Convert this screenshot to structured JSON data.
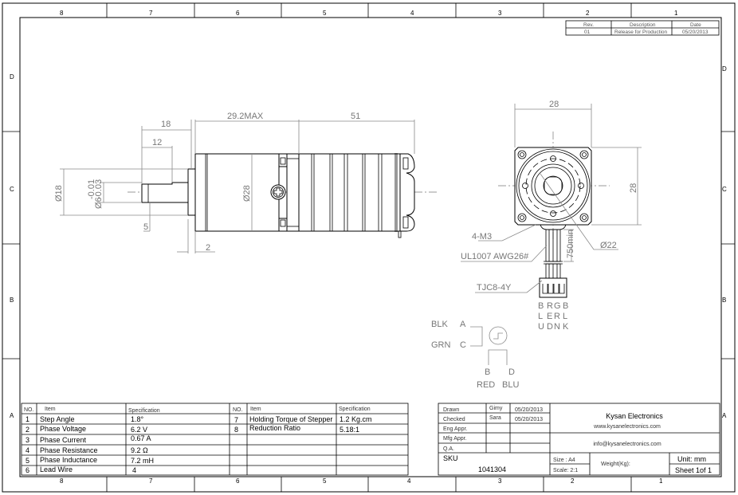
{
  "zones": {
    "top": [
      "8",
      "7",
      "6",
      "5",
      "4",
      "3",
      "2",
      "1"
    ],
    "side": [
      "D",
      "C",
      "B",
      "A"
    ]
  },
  "revision": {
    "headers": [
      "Rev.",
      "Description",
      "Date"
    ],
    "row": [
      "01",
      "Release for Production",
      "05/20/2013"
    ]
  },
  "side_view": {
    "dims": {
      "d18_top": "18",
      "d12": "12",
      "d29": "29.2MAX",
      "d51": "51",
      "dia18": "Ø18",
      "dia6": "Ø6",
      "tol_upper": "-0.01",
      "tol_lower": "-0.03",
      "dia28": "Ø28",
      "d5": "5",
      "d2": "2"
    }
  },
  "front_view": {
    "dims": {
      "width": "28",
      "height": "28",
      "holes": "4-M3",
      "cable": "UL1007 AWG26#",
      "connector": "TJC8-4Y",
      "cable_len": "750min",
      "dia22": "Ø22"
    },
    "wire_colors": [
      [
        "B",
        "L",
        "U"
      ],
      [
        "R",
        "E",
        "D"
      ],
      [
        "G",
        "R",
        "N"
      ],
      [
        "B",
        "L",
        "K"
      ]
    ]
  },
  "schematic": {
    "blk": "BLK",
    "a": "A",
    "grn": "GRN",
    "c": "C",
    "b": "B",
    "d": "D",
    "red": "RED",
    "blu": "BLU"
  },
  "spec_table": {
    "headers": [
      "NO.",
      "Item",
      "Specification"
    ],
    "left": [
      [
        "1",
        "Step Angle",
        "1.8°"
      ],
      [
        "2",
        "Phase Voltage",
        "6.2 V"
      ],
      [
        "3",
        "Phase Current",
        "0.67 A"
      ],
      [
        "4",
        "Phase Resistance",
        "9.2 Ω"
      ],
      [
        "5",
        "Phase Inductance",
        "7.2 mH"
      ],
      [
        "6",
        "Lead Wire",
        "4"
      ]
    ],
    "right": [
      [
        "7",
        "Holding Torque of Stepper",
        "1.2 Kg.cm"
      ],
      [
        "8",
        "Reduction Ratio",
        "5.18:1"
      ]
    ]
  },
  "title_block": {
    "approvals": [
      [
        "Drawn",
        "Gimy",
        "05/20/2013"
      ],
      [
        "Checked",
        "Sara",
        "05/20/2013"
      ],
      [
        "Eng Appr.",
        "",
        ""
      ],
      [
        "Mfg Appr.",
        "",
        ""
      ],
      [
        "Q.A.",
        "",
        ""
      ]
    ],
    "company": "Kysan Electronics",
    "website": "www.kysanelectronics.com",
    "email": "info@kysanelectronics.com",
    "sku_label": "SKU",
    "sku": "1041304",
    "size": "Size : A4",
    "scale": "Scale: 2:1",
    "weight": "Weight(Kg):",
    "unit": "Unit: mm",
    "sheet": "Sheet 1of 1"
  }
}
